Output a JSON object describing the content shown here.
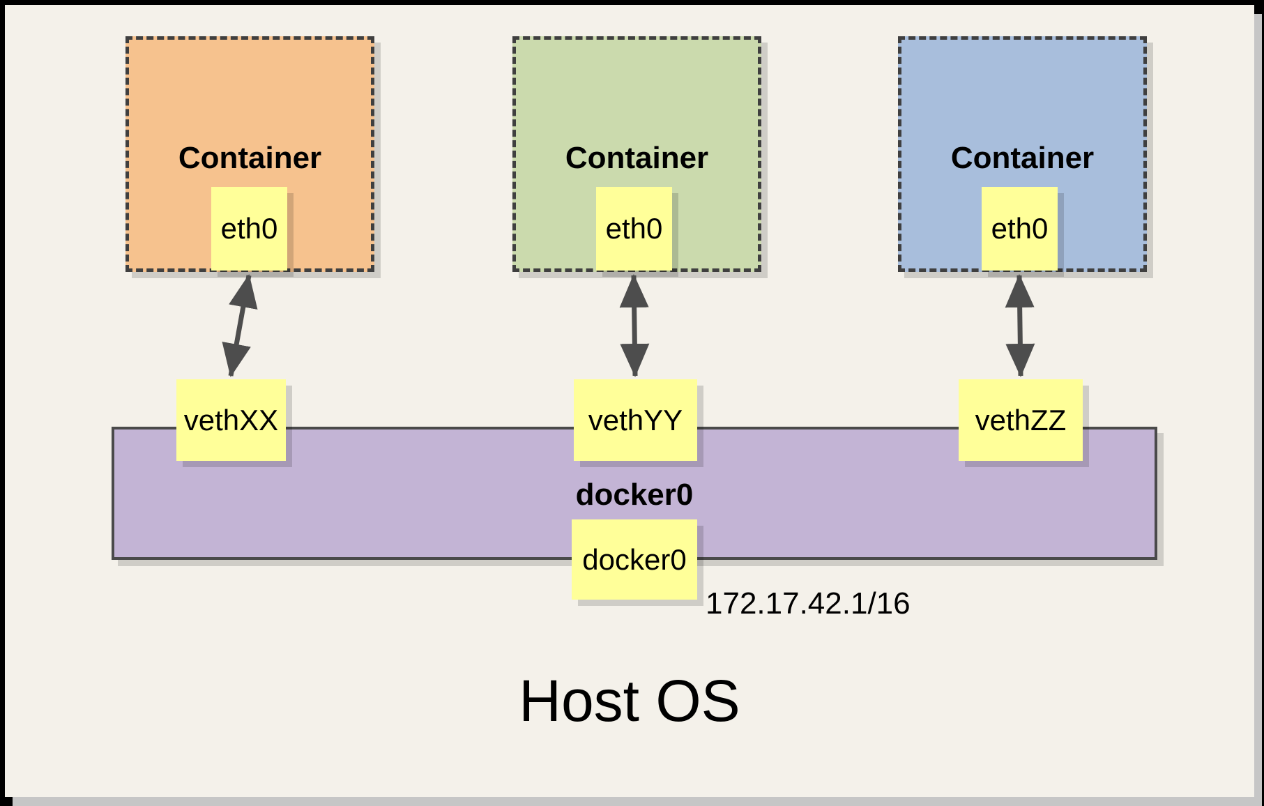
{
  "host": {
    "label": "Host OS"
  },
  "bridge": {
    "name": "docker0",
    "interface": "docker0",
    "ip": "172.17.42.1/16",
    "fill": "#C3B4D5"
  },
  "containers": [
    {
      "label": "Container",
      "interface": "eth0",
      "veth": "vethXX",
      "fill": "#F6C28E"
    },
    {
      "label": "Container",
      "interface": "eth0",
      "veth": "vethYY",
      "fill": "#CBDAAD"
    },
    {
      "label": "Container",
      "interface": "eth0",
      "veth": "vethZZ",
      "fill": "#A8BEDC"
    }
  ],
  "colors": {
    "canvas_background": "#F4F1EA",
    "interface_box_fill": "#FFFF99",
    "dashed_border": "#3F3F3F",
    "arrow": "#4D4D4D"
  }
}
